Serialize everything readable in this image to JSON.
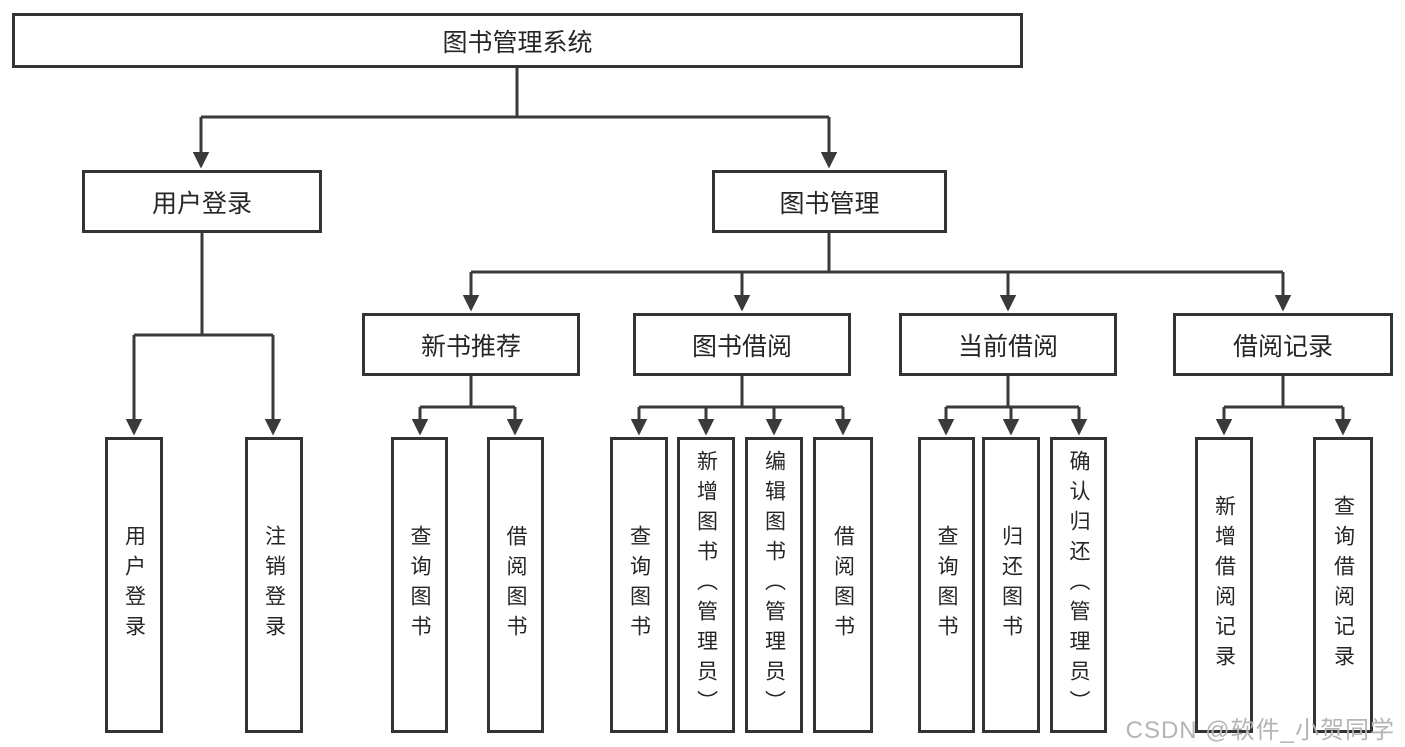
{
  "title": "图书管理系统",
  "watermark": "CSDN @软件_小贺同学",
  "colors": {
    "line": "#3a3a3a",
    "border": "#333333",
    "fill": "#ffffff",
    "text": "#262626",
    "watermark": "#b5b5b5"
  },
  "nodes": {
    "root": {
      "label": "图书管理系统"
    },
    "user_login": {
      "label": "用户登录"
    },
    "book_mgmt": {
      "label": "图书管理"
    },
    "new_books": {
      "label": "新书推荐"
    },
    "book_borrow": {
      "label": "图书借阅"
    },
    "current_borrow": {
      "label": "当前借阅"
    },
    "borrow_records": {
      "label": "借阅记录"
    },
    "leaf_user_login": {
      "label": "用户登录"
    },
    "leaf_logout": {
      "label": "注销登录"
    },
    "leaf_nb_query": {
      "label": "查询图书"
    },
    "leaf_nb_borrow": {
      "label": "借阅图书"
    },
    "leaf_bb_query": {
      "label": "查询图书"
    },
    "leaf_bb_add": {
      "label": "新增图书（管理员）"
    },
    "leaf_bb_edit": {
      "label": "编辑图书（管理员）"
    },
    "leaf_bb_borrow": {
      "label": "借阅图书"
    },
    "leaf_cb_query": {
      "label": "查询图书"
    },
    "leaf_cb_return": {
      "label": "归还图书"
    },
    "leaf_cb_confirm": {
      "label": "确认归还（管理员）"
    },
    "leaf_br_add": {
      "label": "新增借阅记录"
    },
    "leaf_br_query": {
      "label": "查询借阅记录"
    }
  },
  "hierarchy": {
    "图书管理系统": {
      "用户登录": [
        "用户登录",
        "注销登录"
      ],
      "图书管理": {
        "新书推荐": [
          "查询图书",
          "借阅图书"
        ],
        "图书借阅": [
          "查询图书",
          "新增图书（管理员）",
          "编辑图书（管理员）",
          "借阅图书"
        ],
        "当前借阅": [
          "查询图书",
          "归还图书",
          "确认归还（管理员）"
        ],
        "借阅记录": [
          "新增借阅记录",
          "查询借阅记录"
        ]
      }
    }
  }
}
